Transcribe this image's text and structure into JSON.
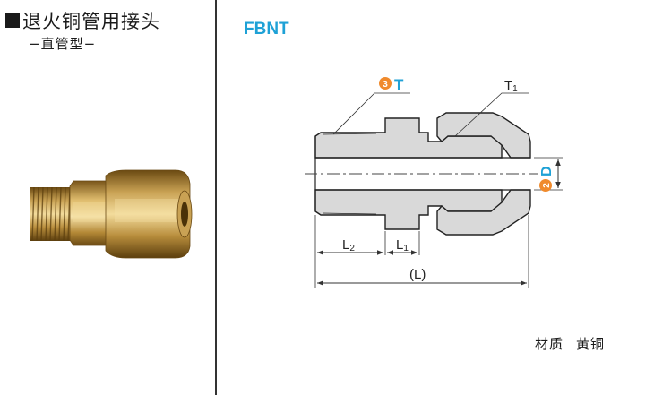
{
  "header": {
    "title": "退火铜管用接头",
    "subtitle": "−直管型−"
  },
  "product": {
    "code": "FBNT"
  },
  "drawing": {
    "callout_t_number": "3",
    "callout_t_letter": "T",
    "callout_d_number": "2",
    "callout_d_letter": "D",
    "label_t1": "T",
    "label_t1_sub": "1",
    "label_l2": "L",
    "label_l2_sub": "2",
    "label_l1": "L",
    "label_l1_sub": "1",
    "label_l": "(L)"
  },
  "material": {
    "label": "材质",
    "value": "黄铜"
  },
  "colors": {
    "accent_blue": "#1ea1d6",
    "callout_orange": "#f08a2c",
    "brass_light": "#e2c27a",
    "brass_dark": "#8a6420",
    "part_gray": "#d9d9d9"
  }
}
